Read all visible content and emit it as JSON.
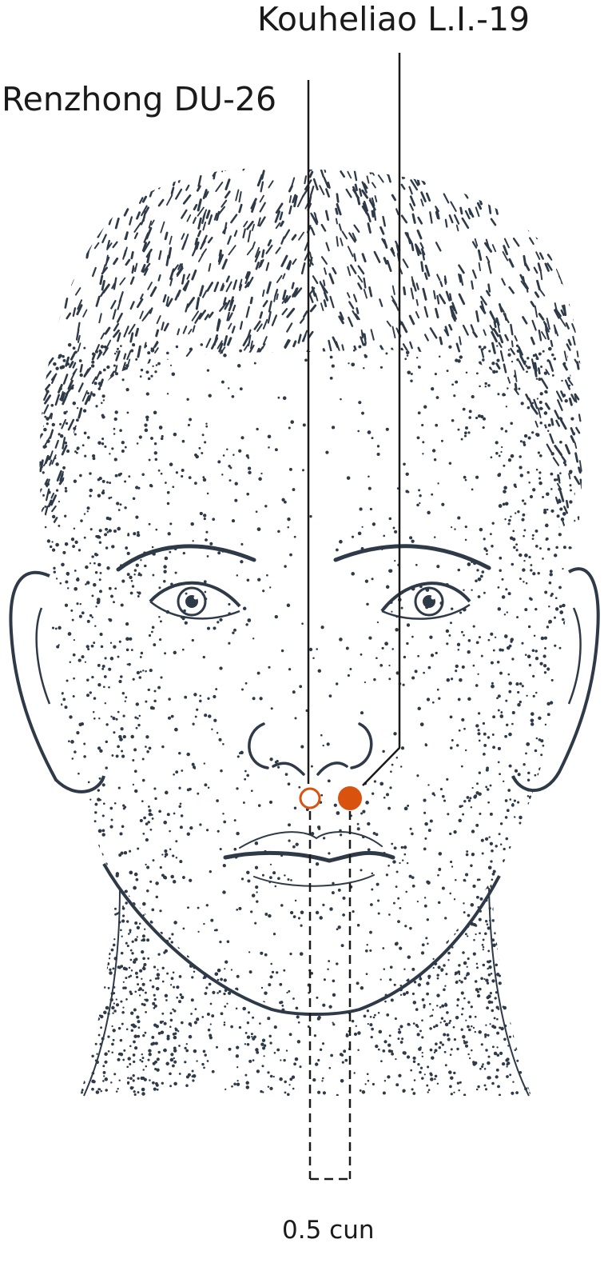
{
  "labels": {
    "kouheliao": "Kouheliao L.I.-19",
    "renzhong": "Renzhong DU-26",
    "distance": "0.5 cun"
  },
  "points": [
    {
      "name": "Renzhong DU-26",
      "style": "hollow"
    },
    {
      "name": "Kouheliao L.I.-19",
      "style": "filled"
    }
  ],
  "colors": {
    "point": "#d9530e",
    "line": "#1a1a1a",
    "skin_ink": "#2f3a48",
    "background": "#ffffff"
  }
}
